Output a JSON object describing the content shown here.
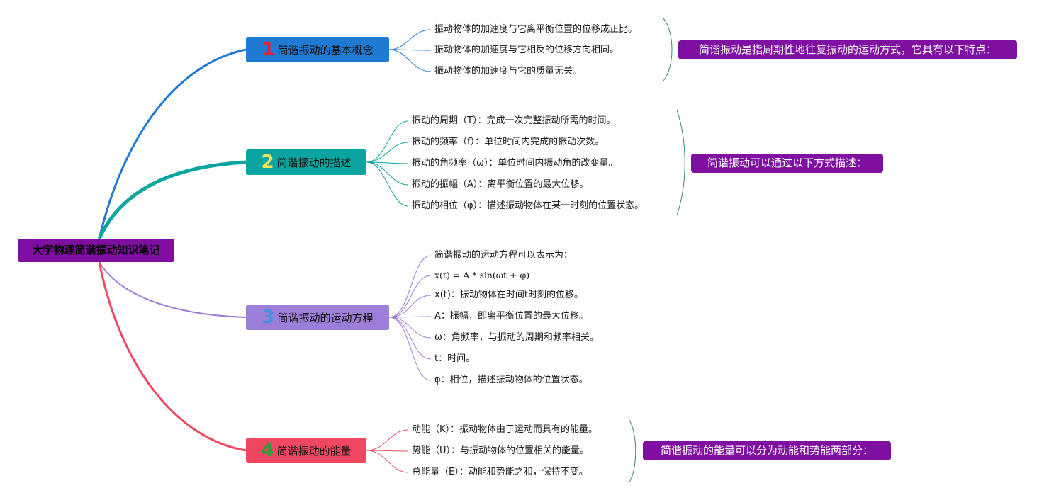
{
  "root": {
    "label": "大学物理简谐振动知识笔记"
  },
  "colors": {
    "root": "#7f0fa0",
    "branch1": "#1e7ad3",
    "branch2": "#0aa5a0",
    "branch3": "#9c7ed8",
    "branch4": "#f04763",
    "num1": "#e5202a",
    "num2": "#f1e15a",
    "num3": "#4a90e2",
    "num4": "#2e9a3a",
    "summary": "#7f0fa0"
  },
  "branches": [
    {
      "number": "1",
      "label": "简谐振动的基本概念",
      "summary": "简谐振动是指周期性地往复振动的运动方式，它具有以下特点：",
      "items": [
        "振动物体的加速度与它离平衡位置的位移成正比。",
        "振动物体的加速度与它相反的位移方向相同。",
        "振动物体的加速度与它的质量无关。"
      ]
    },
    {
      "number": "2",
      "label": "简谐振动的描述",
      "summary": "简谐振动可以通过以下方式描述：",
      "items": [
        "振动的周期（T）：完成一次完整振动所需的时间。",
        "振动的频率（f）：单位时间内完成的振动次数。",
        "振动的角频率（ω）：单位时间内振动角的改变量。",
        "振动的振幅（A）：离平衡位置的最大位移。",
        "振动的相位（φ）：描述振动物体在某一时刻的位置状态。"
      ]
    },
    {
      "number": "3",
      "label": "简谐振动的运动方程",
      "summary": "",
      "items": [
        "简谐振动的运动方程可以表示为：",
        "x(t) = A * sin(ωt + φ)",
        "x(t)：振动物体在时间t时刻的位移。",
        "A：振幅，即离平衡位置的最大位移。",
        "ω：角频率，与振动的周期和频率相关。",
        "t：时间。",
        "φ：相位，描述振动物体的位置状态。"
      ]
    },
    {
      "number": "4",
      "label": "简谐振动的能量",
      "summary": "简谐振动的能量可以分为动能和势能两部分：",
      "items": [
        "动能（K）：振动物体由于运动而具有的能量。",
        "势能（U）：与振动物体的位置相关的能量。",
        "总能量（E）：动能和势能之和，保持不变。"
      ]
    }
  ]
}
